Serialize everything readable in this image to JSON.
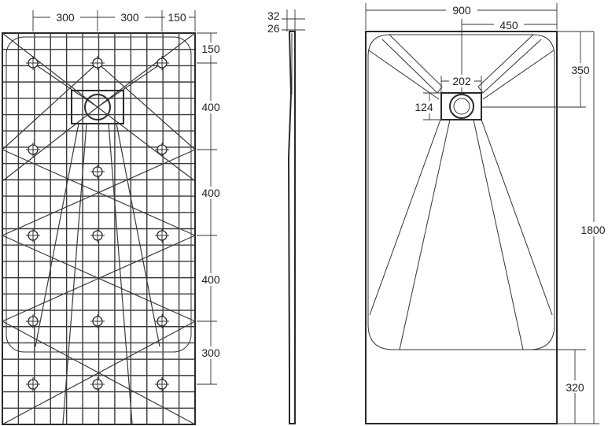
{
  "back_view": {
    "dims_top": [
      "300",
      "300",
      "150"
    ],
    "dims_right": [
      "150",
      "400",
      "400",
      "400",
      "300"
    ]
  },
  "side_view": {
    "dims": [
      "32",
      "26"
    ]
  },
  "top_view": {
    "dim_width": "900",
    "dim_half_width": "450",
    "dim_drain_from_top": "350",
    "dim_drain_box_width": "202",
    "dim_drain_box_height": "124",
    "dim_length": "1800",
    "dim_bottom_flat": "320"
  }
}
